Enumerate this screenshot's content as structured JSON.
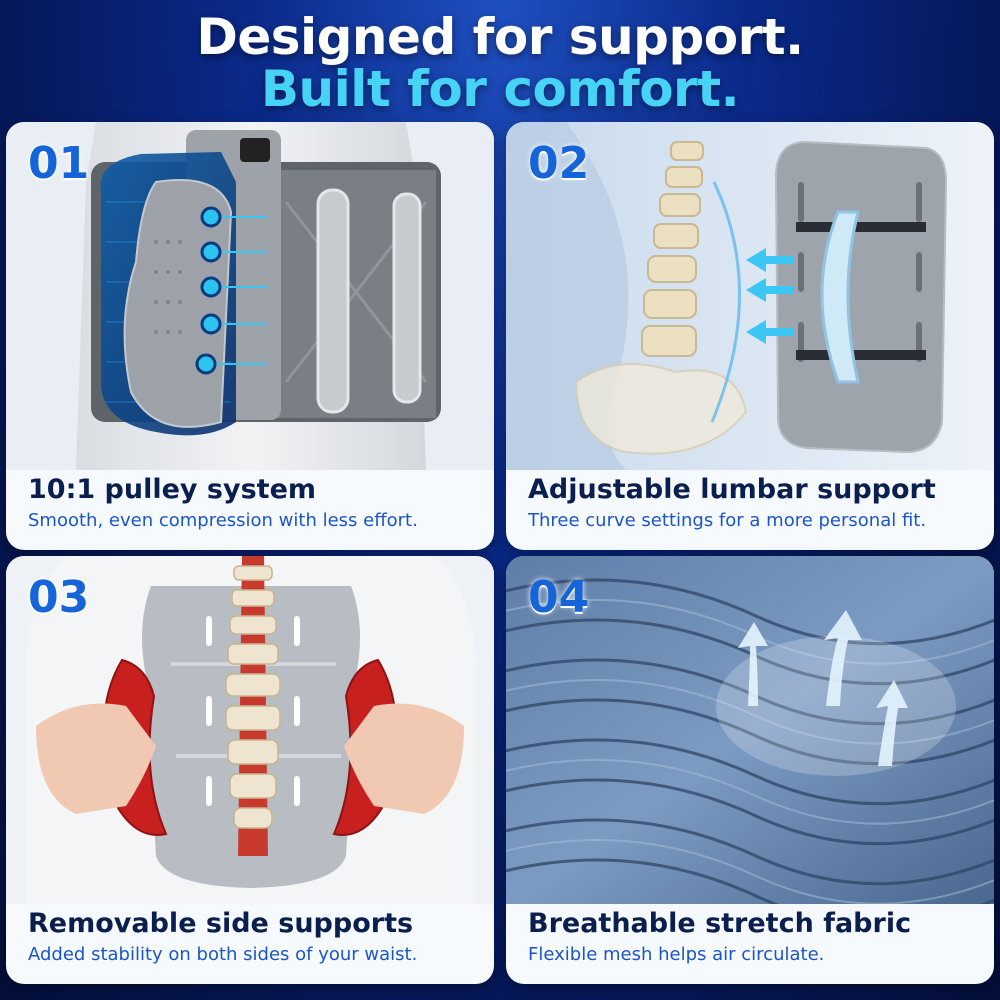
{
  "header": {
    "line1": "Designed for support.",
    "line2": "Built for comfort."
  },
  "colors": {
    "accent": "#46d3f5",
    "number": "#1565d8",
    "title": "#0b1f4f",
    "subtitle": "#1a56c8"
  },
  "panels": [
    {
      "number": "01",
      "title": "10:1 pulley system",
      "subtitle": "Smooth, even compression with less effort.",
      "icon": "back-brace-pulley-illustration"
    },
    {
      "number": "02",
      "title": "Adjustable lumbar support",
      "subtitle": "Three curve settings for a more personal fit.",
      "icon": "spine-lumbar-pad-illustration"
    },
    {
      "number": "03",
      "title": "Removable side supports",
      "subtitle": "Added stability on both sides of your waist.",
      "icon": "side-supports-hands-illustration"
    },
    {
      "number": "04",
      "title": "Breathable stretch fabric",
      "subtitle": "Flexible mesh helps air circulate.",
      "icon": "mesh-fabric-airflow-illustration"
    }
  ]
}
